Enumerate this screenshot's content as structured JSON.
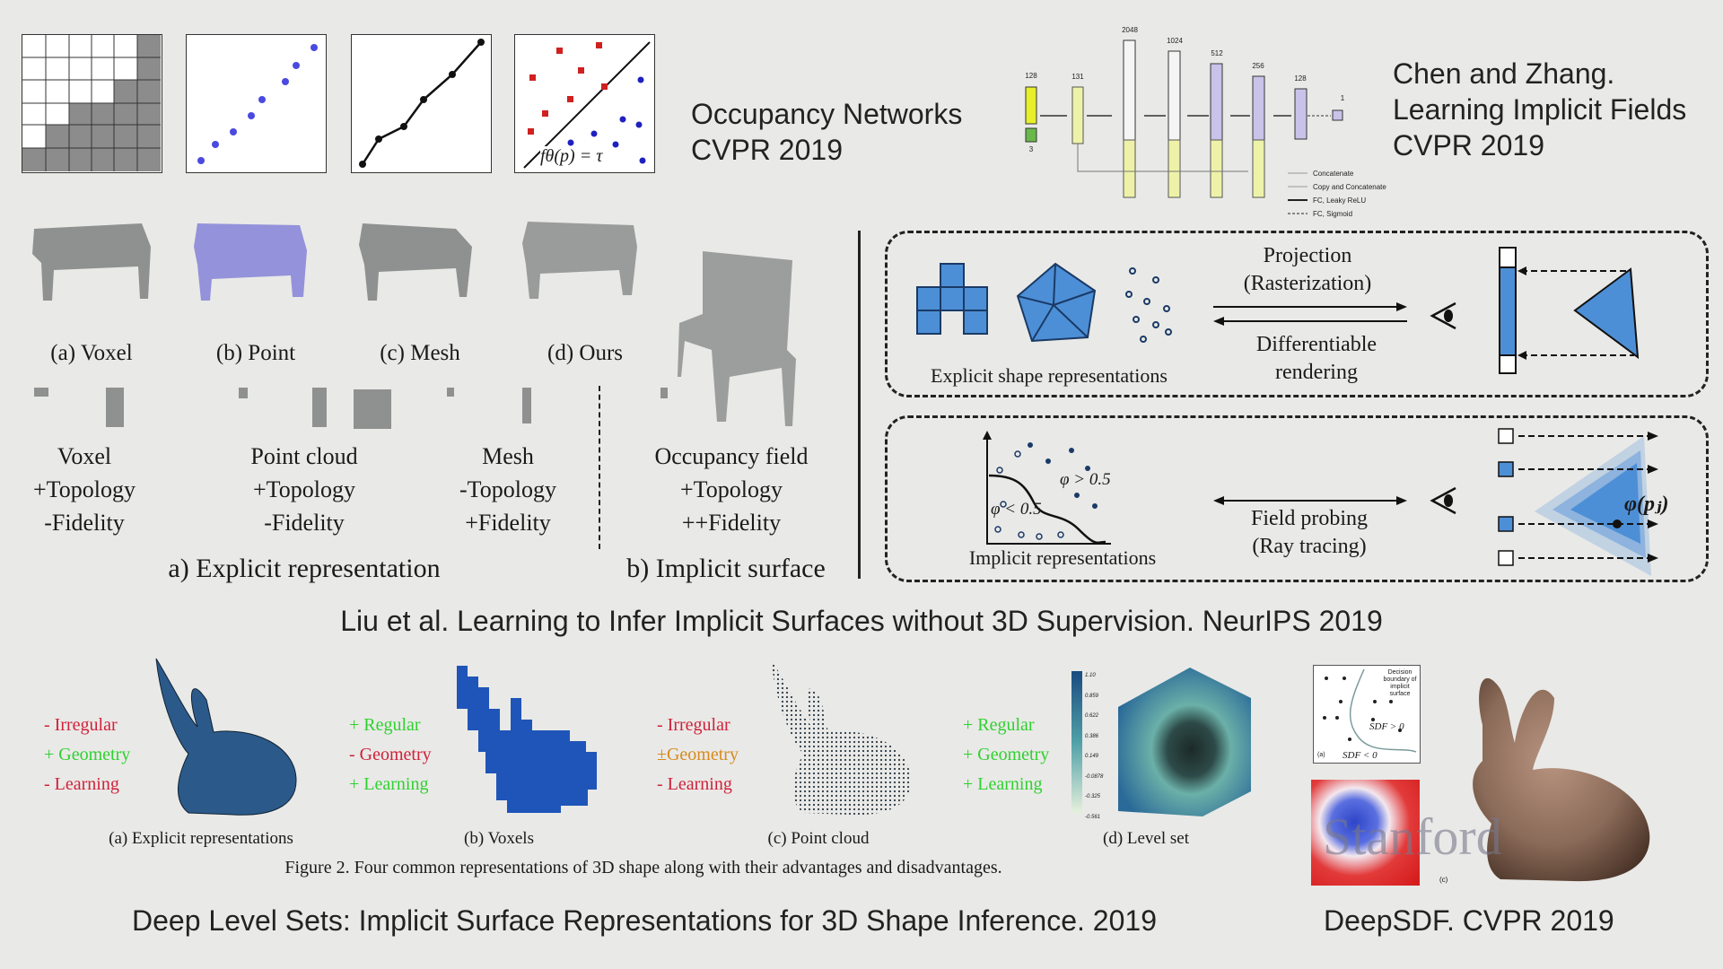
{
  "occupancy": {
    "line1": "Occupancy Networks",
    "line2": "CVPR 2019",
    "thumb_formula": "fθ(p) = τ"
  },
  "chen": {
    "line1": "Chen and Zhang.",
    "line2": "Learning Implicit Fields",
    "line3": "CVPR 2019",
    "layer_sizes": [
      "128",
      "3",
      "131",
      "2048",
      "1024",
      "512",
      "256",
      "128",
      "1"
    ],
    "legend": [
      "Concatenate",
      "Copy and Concatenate",
      "FC, Leaky ReLU",
      "FC, Sigmoid"
    ]
  },
  "liu": {
    "chair_labels": [
      "(a) Voxel",
      "(b) Point",
      "(c) Mesh",
      "(d) Ours"
    ],
    "reps": [
      {
        "name": "Voxel",
        "l1": "+Topology",
        "l2": "-Fidelity"
      },
      {
        "name": "Point cloud",
        "l1": "+Topology",
        "l2": "-Fidelity"
      },
      {
        "name": "Mesh",
        "l1": "-Topology",
        "l2": "+Fidelity"
      },
      {
        "name": "Occupancy field",
        "l1": "+Topology",
        "l2": "++Fidelity"
      }
    ],
    "section_a": "a) Explicit representation",
    "section_b": "b) Implicit surface",
    "projection1": "Projection",
    "projection2": "(Rasterization)",
    "diff1": "Differentiable",
    "diff2": "rendering",
    "explicit_label": "Explicit shape representations",
    "implicit_label": "Implicit representations",
    "phi_gt": "φ > 0.5",
    "phi_lt": "φ < 0.5",
    "probe1": "Field probing",
    "probe2": "(Ray tracing)",
    "phi_pj": "φ(pⱼ)",
    "citation": "Liu et al. Learning to Infer Implicit Surfaces without 3D Supervision. NeurIPS 2019"
  },
  "dls": {
    "cols": [
      {
        "items": [
          {
            "t": "- Irregular",
            "c": "red"
          },
          {
            "t": "+ Geometry",
            "c": "grn"
          },
          {
            "t": "- Learning",
            "c": "red"
          }
        ],
        "caption": "(a) Explicit representations"
      },
      {
        "items": [
          {
            "t": "+ Regular",
            "c": "grn"
          },
          {
            "t": "- Geometry",
            "c": "red"
          },
          {
            "t": "+ Learning",
            "c": "grn"
          }
        ],
        "caption": "(b) Voxels"
      },
      {
        "items": [
          {
            "t": "- Irregular",
            "c": "red"
          },
          {
            "t": "±Geometry",
            "c": "org"
          },
          {
            "t": "- Learning",
            "c": "red"
          }
        ],
        "caption": "(c) Point cloud"
      },
      {
        "items": [
          {
            "t": "+ Regular",
            "c": "grn"
          },
          {
            "t": "+ Geometry",
            "c": "grn"
          },
          {
            "t": "+ Learning",
            "c": "grn"
          }
        ],
        "caption": "(d) Level set"
      }
    ],
    "colorbar": [
      "1.10",
      "0.859",
      "0.622",
      "0.386",
      "0.149",
      "-0.0878",
      "-0.325",
      "-0.561"
    ],
    "figure_caption": "Figure 2. Four common representations of 3D shape along with their advantages and disadvantages.",
    "citation": "Deep Level Sets: Implicit Surface Representations for 3D Shape Inference. 2019"
  },
  "deepsdf": {
    "decision": "Decision boundary of implicit surface",
    "sdf_pos": "SDF > 0",
    "sdf_neg": "SDF < 0",
    "panel_a": "(a)",
    "panel_c": "(c)",
    "watermark": "Stanford",
    "citation": "DeepSDF. CVPR 2019"
  }
}
